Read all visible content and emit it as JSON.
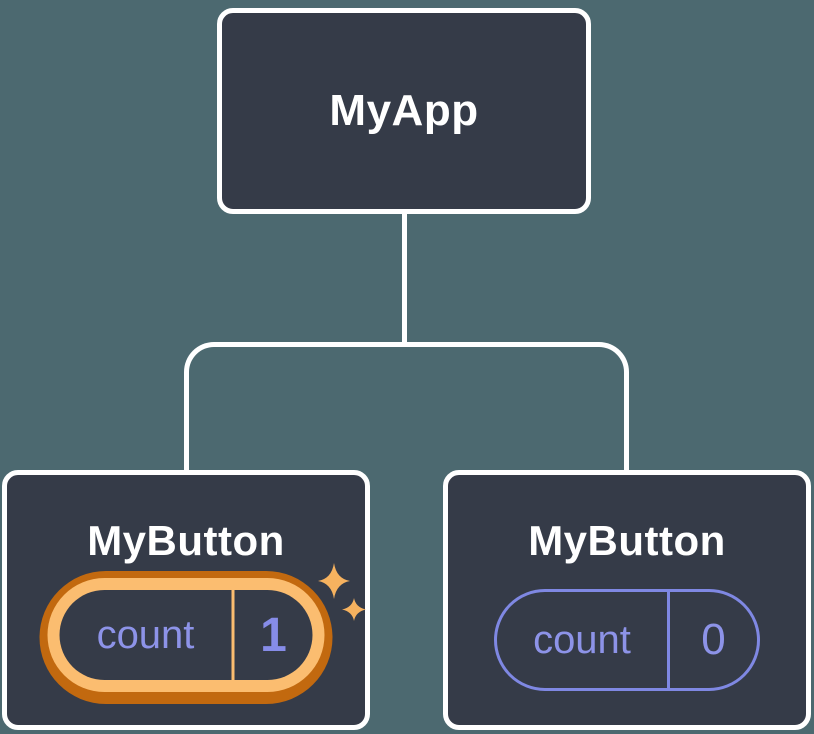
{
  "colors": {
    "background": "#4c6970",
    "node_fill": "#353b48",
    "node_border": "#ffffff",
    "connector": "#ffffff",
    "state_key_text": "#8d93e8",
    "state_value_highlighted": "#868ce8",
    "state_value_plain": "#8d93e8",
    "plain_pill_outline": "#7f88e3",
    "highlight_ring_outer": "#c2690f",
    "highlight_ring_inner": "#fbbd70",
    "sparkle": "#f6b25f"
  },
  "root_node": {
    "label": "MyApp"
  },
  "left_node": {
    "label": "MyButton",
    "state_key": "count",
    "state_value": "1",
    "highlighted": true
  },
  "right_node": {
    "label": "MyButton",
    "state_key": "count",
    "state_value": "0",
    "highlighted": false
  },
  "icons": {
    "sparkle": "sparkle-icon"
  }
}
